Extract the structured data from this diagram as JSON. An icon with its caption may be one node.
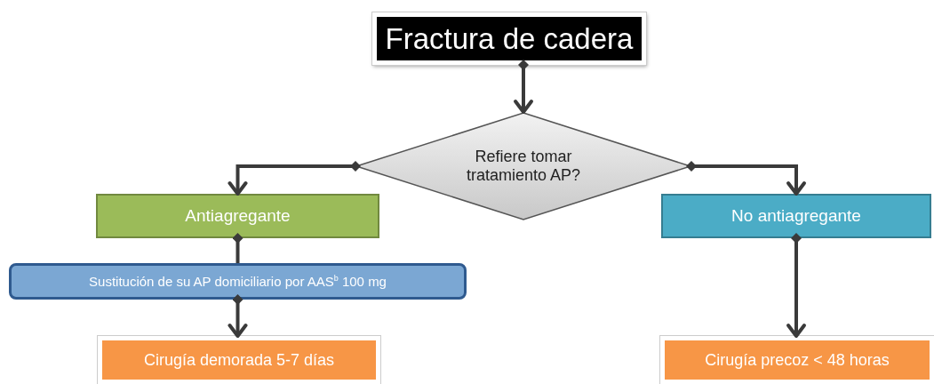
{
  "diagram": {
    "nodes": [
      {
        "text": [
          "Fractura de cadera"
        ]
      },
      {
        "text": [
          "Refiere tomar tratamiento AP?"
        ]
      },
      {
        "text": [
          "Antiagregante"
        ]
      },
      {
        "text": [
          "No antiagregante"
        ]
      },
      {
        "text": [
          "Sustitución de su AP domiciliario  por AAS$^{b}$ 100 mg"
        ]
      },
      {
        "text": [
          "Cirugía demorada 5-7 días"
        ]
      },
      {
        "text": [
          "Cirugía precoz < 48 horas"
        ]
      }
    ],
    "edges": [
      {
        "from": 0,
        "to": 1,
        "arrow": "to"
      },
      {
        "from": 1,
        "to": 2,
        "arrow": "to"
      },
      {
        "from": 1,
        "to": 3,
        "arrow": "to"
      },
      {
        "from": 2,
        "to": 4,
        "arrow": "other"
      },
      {
        "from": 4,
        "to": 5,
        "arrow": "to"
      },
      {
        "from": 3,
        "to": 6,
        "arrow": "to"
      }
    ]
  }
}
